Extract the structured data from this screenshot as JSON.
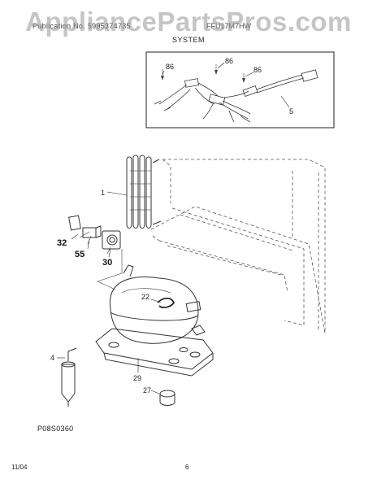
{
  "watermark": "AppliancePartsPros.com",
  "header": {
    "publication": "Publication No. 5995374735",
    "model": "FFU17M7HW",
    "section": "SYSTEM"
  },
  "callouts": {
    "p86a": "86",
    "p86b": "86",
    "p86c": "86",
    "p5": "5",
    "p1": "1",
    "p32": "32",
    "p55": "55",
    "p30": "30",
    "p22": "22",
    "p4": "4",
    "p29": "29",
    "p27": "27"
  },
  "figure_code": "P08S0360",
  "footer": {
    "date": "11/04",
    "page": "6"
  }
}
